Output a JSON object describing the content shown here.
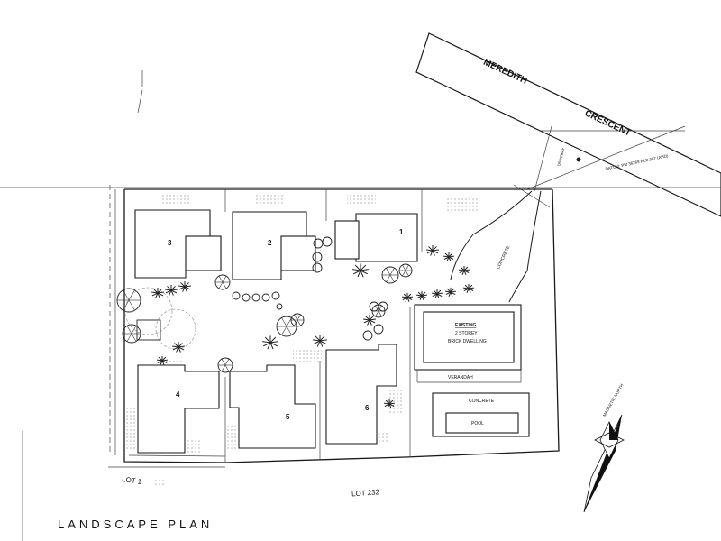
{
  "street": {
    "name_left": "MEREDITH",
    "name_right": "CRESCENT"
  },
  "datum_note": "DATUM: PM 36269 RLB.397 (AHD)",
  "labels": {
    "driveway": "DRIVEWAY",
    "concrete_side": "CONCRETE",
    "existing": "EXISTING",
    "storey": "2 STOREY",
    "dwelling": "BRICK DWELLING",
    "verandah": "VERANDAH",
    "concrete_pool": "CONCRETE",
    "pool": "POOL",
    "mag_north": "MAGNETIC NORTH",
    "lot1": "LOT 1",
    "lot232": "LOT 232"
  },
  "units": [
    {
      "id": "1",
      "label": "1"
    },
    {
      "id": "2",
      "label": "2"
    },
    {
      "id": "3",
      "label": "3"
    },
    {
      "id": "4",
      "label": "4"
    },
    {
      "id": "5",
      "label": "5"
    },
    {
      "id": "6",
      "label": "6"
    }
  ],
  "title": "LANDSCAPE PLAN"
}
